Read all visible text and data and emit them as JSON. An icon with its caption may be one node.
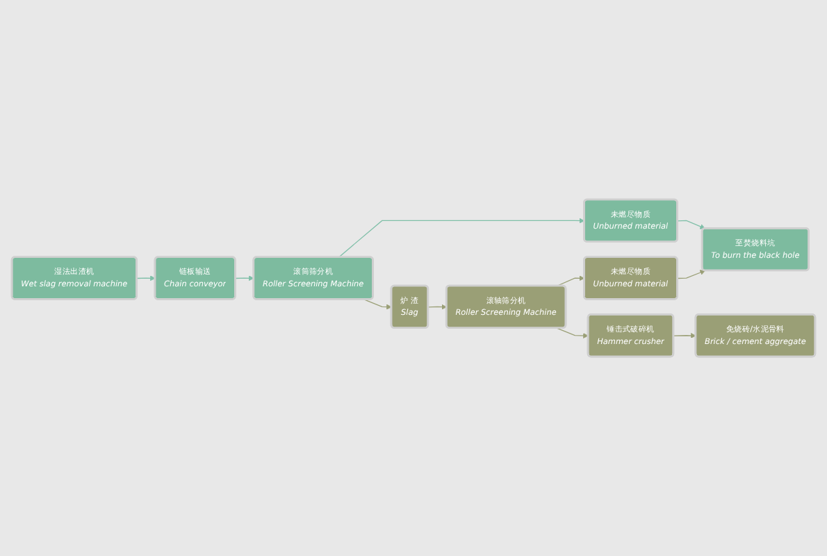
{
  "diagram": {
    "nodes": [
      {
        "text": [
          "湿法出渣机",
          "Wet slag removal machine"
        ]
      },
      {
        "text": [
          "链板输送",
          "Chain conveyor"
        ]
      },
      {
        "text": [
          "滚筒筛分机",
          "Roller Screening Machine"
        ]
      },
      {
        "text": [
          "未燃尽物质",
          "Unburned material"
        ]
      },
      {
        "text": [
          "至焚烧料坑",
          "To burn the black hole"
        ]
      },
      {
        "text": [
          "炉 渣",
          "Slag"
        ]
      },
      {
        "text": [
          "滚轴筛分机",
          "Roller Screening Machine"
        ]
      },
      {
        "text": [
          "未燃尽物质",
          "Unburned material"
        ]
      },
      {
        "text": [
          "锤击式破碎机",
          "Hammer crusher"
        ]
      },
      {
        "text": [
          "免烧砖/水泥骨料",
          "Brick / cement aggregate"
        ]
      }
    ],
    "edges": [
      {
        "from": 0,
        "to": 1,
        "arrow": "to",
        "color": "#7fbfa8"
      },
      {
        "from": 1,
        "to": 2,
        "arrow": "to",
        "color": "#7fbfa8"
      },
      {
        "from": 2,
        "to": 3,
        "arrow": "to",
        "color": "#7fbfa8"
      },
      {
        "from": 3,
        "to": 4,
        "arrow": "to",
        "color": "#7fbfa8"
      },
      {
        "from": 2,
        "to": 5,
        "arrow": "to"
      },
      {
        "from": 5,
        "to": 6,
        "arrow": "to"
      },
      {
        "from": 6,
        "to": 7,
        "arrow": "to"
      },
      {
        "from": 7,
        "to": 4,
        "arrow": "to"
      },
      {
        "from": 6,
        "to": 8,
        "arrow": "to"
      },
      {
        "from": 8,
        "to": 9,
        "arrow": "to"
      }
    ]
  }
}
